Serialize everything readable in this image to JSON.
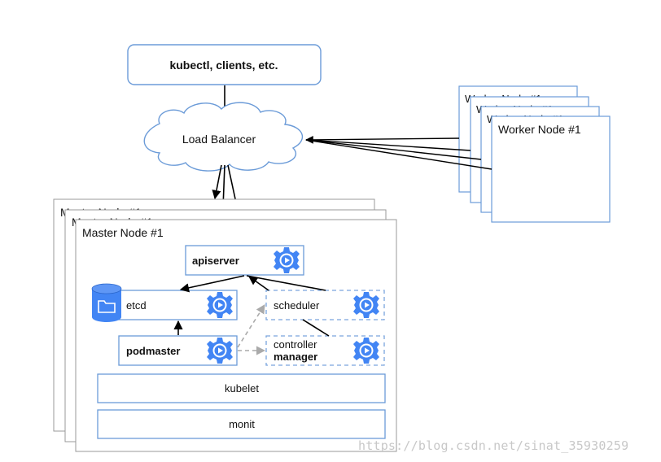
{
  "clients": {
    "label": "kubectl, clients, etc."
  },
  "load_balancer": {
    "label": "Load Balancer"
  },
  "worker_nodes": {
    "stack_labels": [
      "Worker Node #1",
      "Worker Node #1",
      "Worker Node #1"
    ],
    "front_label": "Worker Node #1"
  },
  "master_nodes": {
    "stack_labels": [
      "Master Node #1",
      "Master Node #1"
    ],
    "front_label": "Master Node #1"
  },
  "components": {
    "apiserver": "apiserver",
    "etcd": "etcd",
    "podmaster": "podmaster",
    "scheduler": "scheduler",
    "controller_manager": [
      "controller",
      "manager"
    ],
    "kubelet": "kubelet",
    "monit": "monit"
  },
  "icons": {
    "gear": "gear-play-icon",
    "database": "database-folder-icon"
  },
  "colors": {
    "accent_blue": "#4285f4",
    "box_border": "#6b9bd8",
    "dashed_border": "#7aa5dd",
    "dashed_arrow": "#aaaaaa"
  },
  "watermark": "https://blog.csdn.net/sinat_35930259"
}
